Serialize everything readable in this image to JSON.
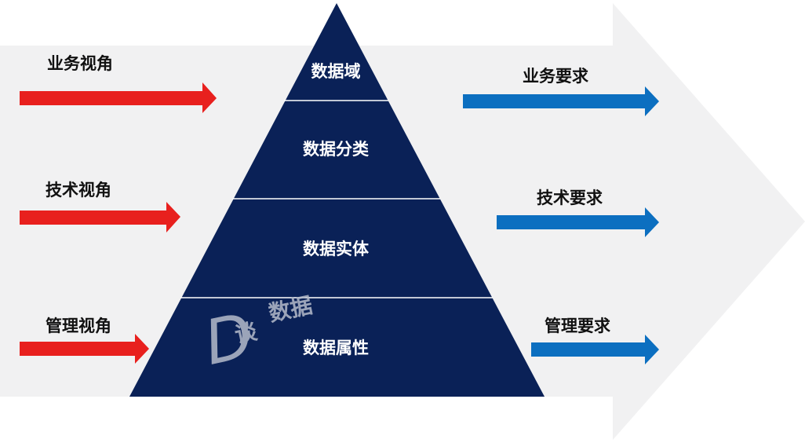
{
  "colors": {
    "background_arrow": "#f1f1f2",
    "pyramid": "#0a2157",
    "pyramid_divider": "#ffffff",
    "pyramid_text": "#ffffff",
    "left_arrow": "#e8201e",
    "right_arrow": "#0c6fc0",
    "label_text": "#111111",
    "watermark": "#b5bccb"
  },
  "pyramid": {
    "layers": [
      "数据域",
      "数据分类",
      "数据实体",
      "数据属性"
    ]
  },
  "left": {
    "perspectives": [
      "业务视角",
      "技术视角",
      "管理视角"
    ]
  },
  "right": {
    "requirements": [
      "业务要求",
      "技术要求",
      "管理要求"
    ]
  },
  "watermark": {
    "logo_letter": "D",
    "logo_char": "谈",
    "text": "数据"
  }
}
